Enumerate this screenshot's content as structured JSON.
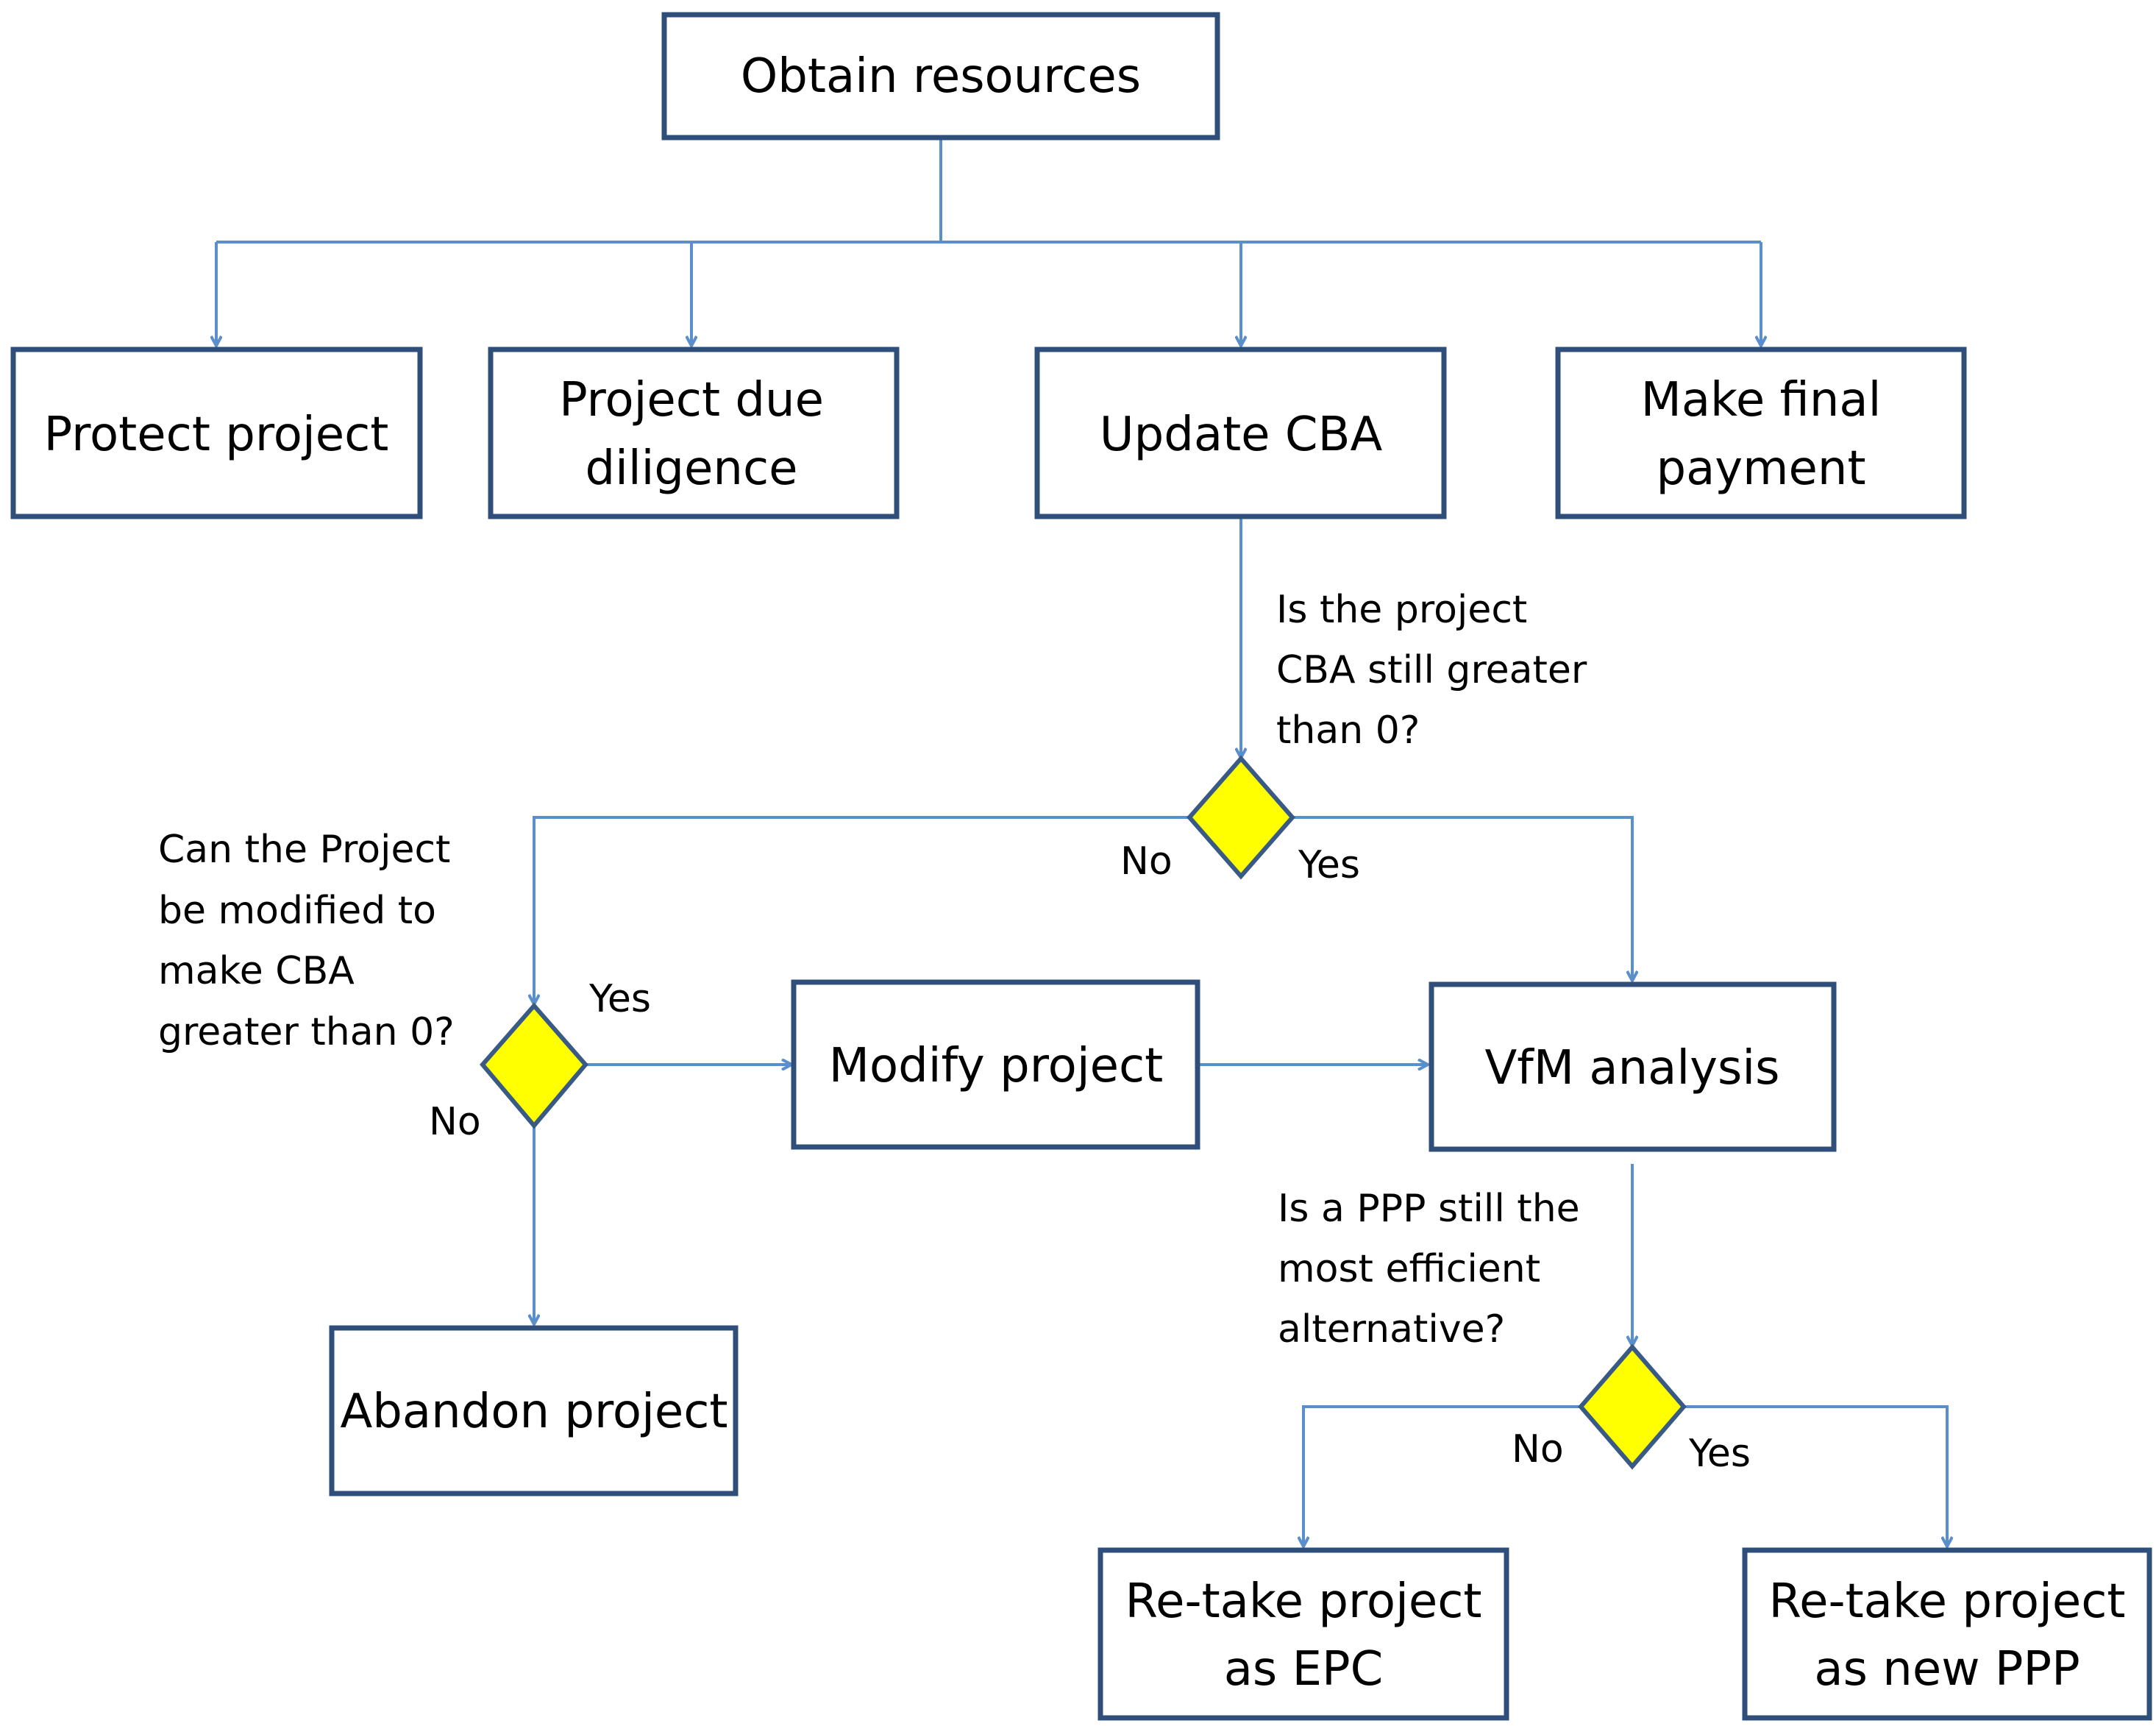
{
  "colors": {
    "box_border": "#2F4F7A",
    "connector": "#5B8FCB",
    "decision_fill": "#FFFF00",
    "decision_border": "#3A5A86",
    "text": "#000000",
    "background": "#FFFFFF"
  },
  "nodes": {
    "obtain_resources": "Obtain resources",
    "protect_project": "Protect project",
    "due_diligence_line1": "Project due",
    "due_diligence_line2": "diligence",
    "update_cba": "Update CBA",
    "final_payment_line1": "Make final",
    "final_payment_line2": "payment",
    "modify_project": "Modify project",
    "vfm_analysis": "VfM analysis",
    "abandon_project": "Abandon project",
    "retake_epc_line1": "Re-take project",
    "retake_epc_line2": "as EPC",
    "retake_ppp_line1": "Re-take project",
    "retake_ppp_line2": "as new PPP"
  },
  "questions": {
    "cba_line1": "Is the project",
    "cba_line2": "CBA still greater",
    "cba_line3": "than 0?",
    "modify_line1": "Can the Project",
    "modify_line2": "be modified to",
    "modify_line3": "make CBA",
    "modify_line4": "greater than 0?",
    "ppp_line1": "Is a PPP still the",
    "ppp_line2": "most efficient",
    "ppp_line3": "alternative?"
  },
  "branch_labels": {
    "cba_no": "No",
    "cba_yes": "Yes",
    "modify_yes": "Yes",
    "modify_no": "No",
    "ppp_no": "No",
    "ppp_yes": "Yes"
  }
}
